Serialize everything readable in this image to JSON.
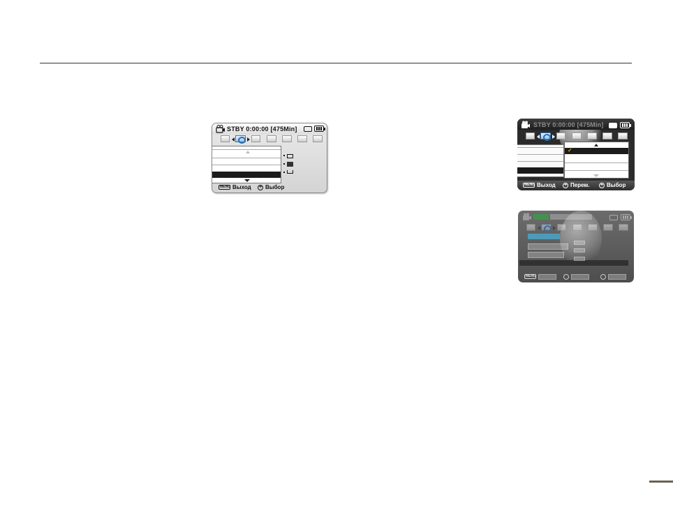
{
  "screen1": {
    "status": "STBY 0:00:00 [475Min]",
    "exit_label": "Выход",
    "menu_key": "MENU",
    "select_label": "Выбор"
  },
  "screen2": {
    "status": "STBY 0:00:00 [475Min]",
    "exit_label": "Выход",
    "move_label": "Перем.",
    "select_label": "Выбор",
    "menu_key": "MENU",
    "checkmark": "✓"
  },
  "screen3": {
    "menu_key": "MENU"
  },
  "colors": {
    "rule": "#333333",
    "accent_tab": "#3a78b8",
    "page_marker": "#6b6052"
  }
}
